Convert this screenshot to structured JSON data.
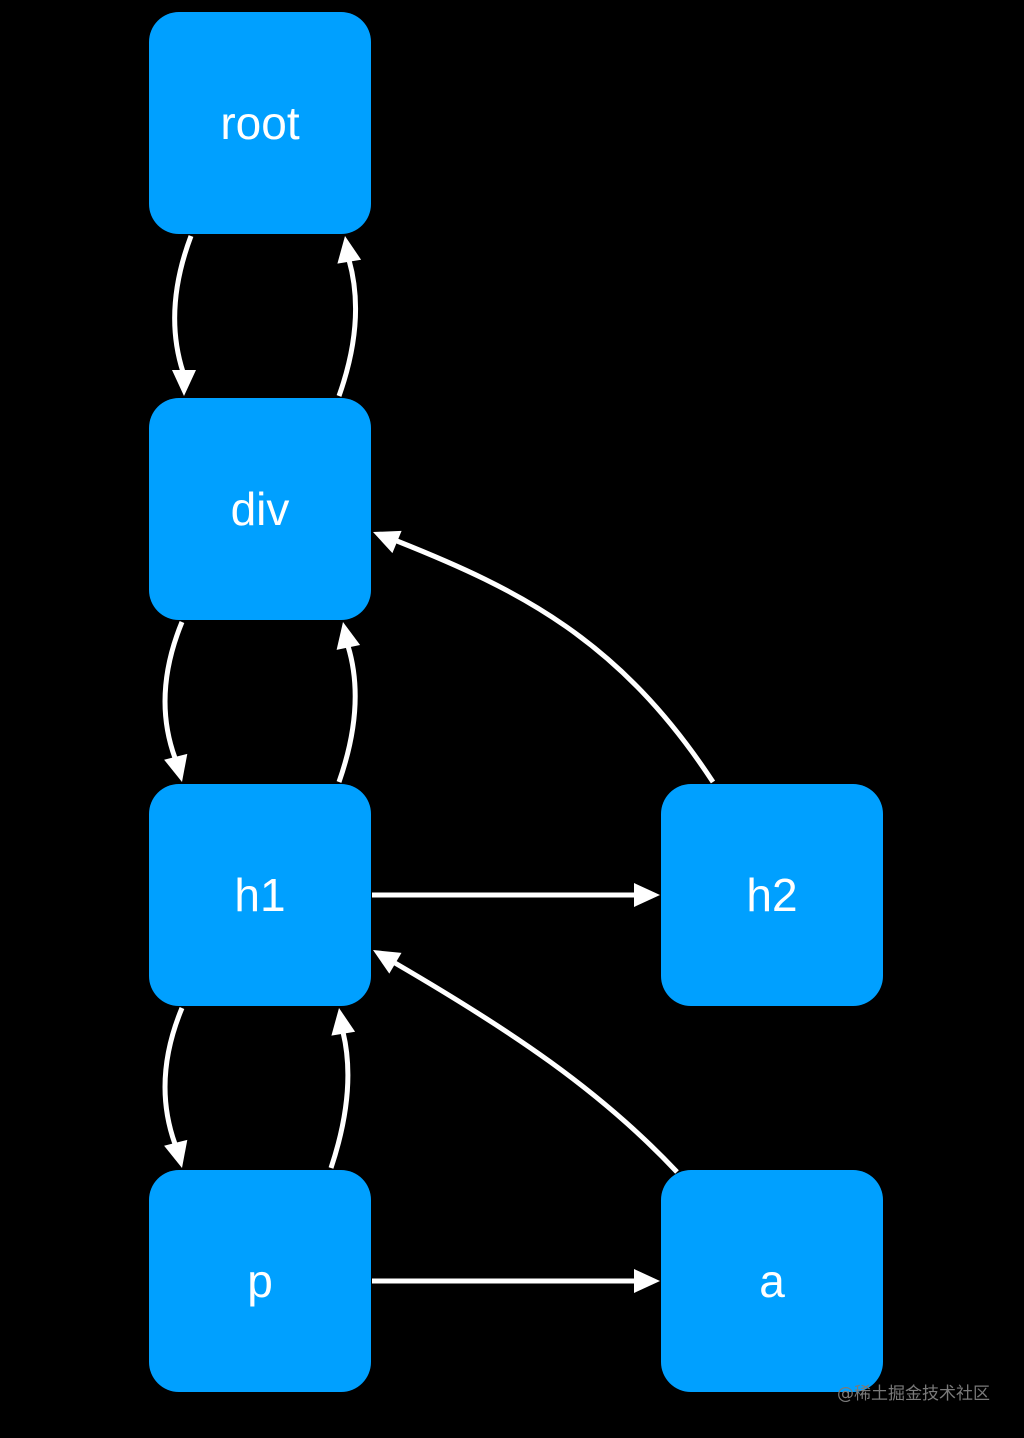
{
  "diagram": {
    "nodes": [
      {
        "id": "root",
        "label": "root"
      },
      {
        "id": "div",
        "label": "div"
      },
      {
        "id": "h1",
        "label": "h1"
      },
      {
        "id": "h2",
        "label": "h2"
      },
      {
        "id": "p",
        "label": "p"
      },
      {
        "id": "a",
        "label": "a"
      }
    ],
    "edges": [
      {
        "id": "root-to-div",
        "from": "root",
        "to": "div"
      },
      {
        "id": "div-to-root",
        "from": "div",
        "to": "root"
      },
      {
        "id": "div-to-h1",
        "from": "div",
        "to": "h1"
      },
      {
        "id": "h1-to-div",
        "from": "h1",
        "to": "div"
      },
      {
        "id": "h1-to-p",
        "from": "h1",
        "to": "p"
      },
      {
        "id": "p-to-h1",
        "from": "p",
        "to": "h1"
      },
      {
        "id": "h1-to-h2",
        "from": "h1",
        "to": "h2"
      },
      {
        "id": "h2-to-div",
        "from": "h2",
        "to": "div"
      },
      {
        "id": "p-to-a",
        "from": "p",
        "to": "a"
      },
      {
        "id": "a-to-h1",
        "from": "a",
        "to": "h1"
      }
    ]
  },
  "colors": {
    "background": "#000000",
    "node_fill": "#00A0FF",
    "node_text": "#FFFFFF",
    "edge": "#FFFFFF"
  },
  "watermark": "@稀土掘金技术社区"
}
